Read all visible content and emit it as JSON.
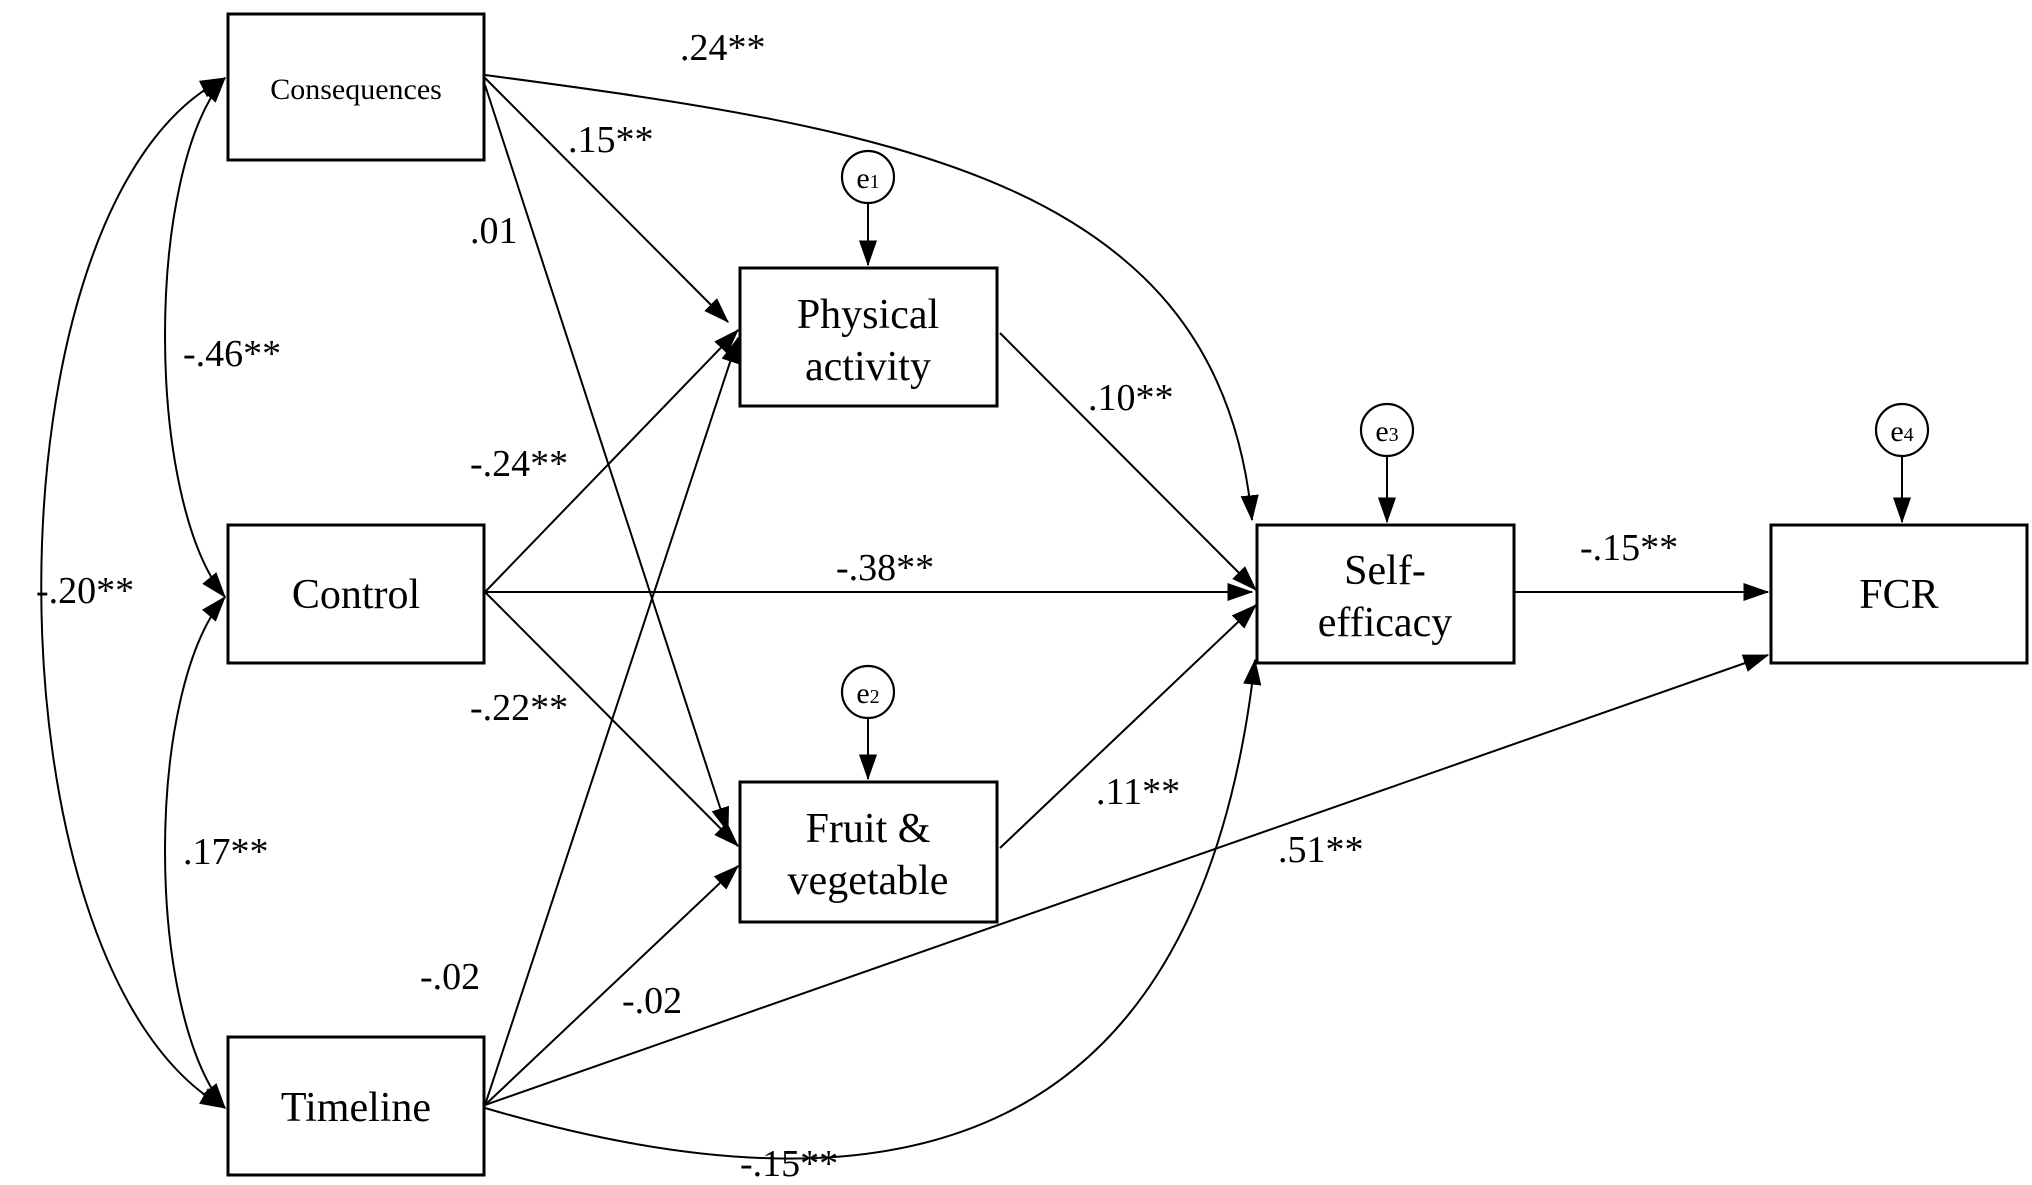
{
  "nodes": {
    "consequences": "Consequences",
    "control": "Control",
    "timeline": "Timeline",
    "physical_activity": [
      "Physical",
      "activity"
    ],
    "fruit_vegetable": [
      "Fruit &",
      "vegetable"
    ],
    "self_efficacy": [
      "Self-",
      "efficacy"
    ],
    "fcr": "FCR"
  },
  "errors": {
    "e1": {
      "base": "e",
      "sub": "1"
    },
    "e2": {
      "base": "e",
      "sub": "2"
    },
    "e3": {
      "base": "e",
      "sub": "3"
    },
    "e4": {
      "base": "e",
      "sub": "4"
    }
  },
  "coefficients": {
    "cons_selfeff": ".24**",
    "cons_pa": ".15**",
    "cons_fv": ".01",
    "cons_control": "-.46**",
    "cons_timeline": "-.20**",
    "control_pa": "-.24**",
    "control_selfeff": "-.38**",
    "control_fv": "-.22**",
    "control_timeline": ".17**",
    "timeline_pa": "-.02",
    "timeline_fv": "-.02",
    "timeline_fcr": ".51**",
    "timeline_selfeff": "-.15**",
    "pa_selfeff": ".10**",
    "fv_selfeff": ".11**",
    "selfeff_fcr": "-.15**"
  }
}
